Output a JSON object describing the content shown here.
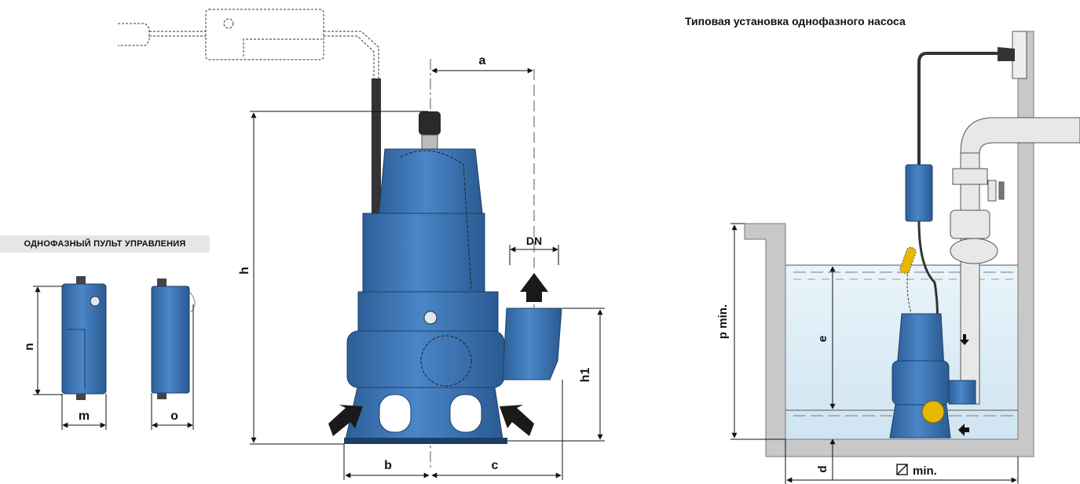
{
  "control_panel": {
    "caption": "ОДНОФАЗНЫЙ ПУЛЬТ УПРАВЛЕНИЯ",
    "labels": {
      "n": "n",
      "m": "m",
      "o": "o"
    }
  },
  "pump_drawing": {
    "labels": {
      "a": "a",
      "h": "h",
      "h1": "h1",
      "DN": "DN",
      "b": "b",
      "c": "c"
    }
  },
  "installation": {
    "title": "Типовая установка однофазного насоса",
    "labels": {
      "p_min": "p min.",
      "e": "e",
      "d": "d",
      "diameter_min": "min."
    }
  },
  "colors": {
    "pump_blue": "#3b74b5",
    "water": "#dcecf6",
    "wall_grey": "#c8c8c8"
  }
}
